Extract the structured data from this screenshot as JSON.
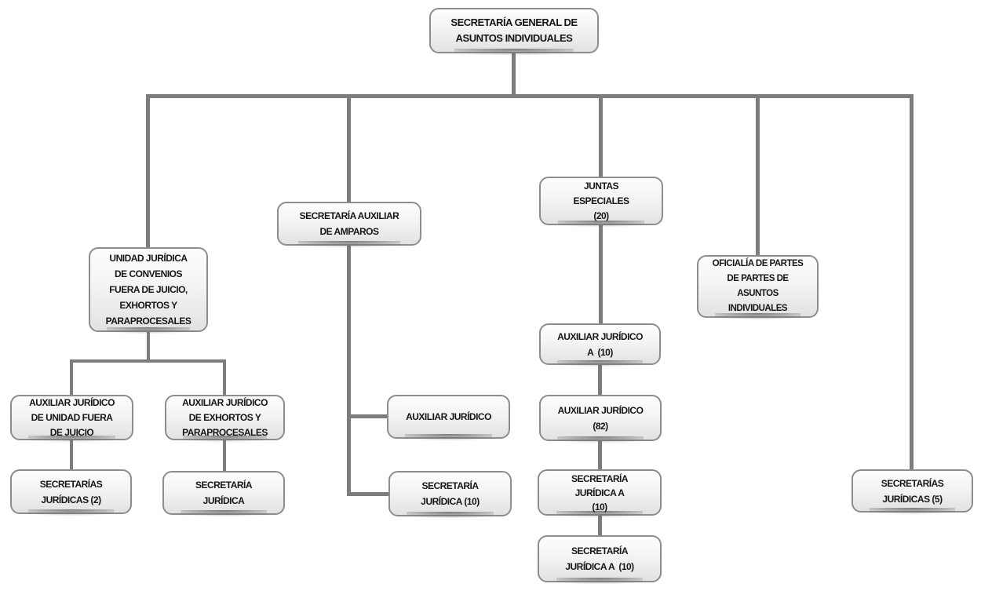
{
  "diagram": {
    "type": "org-chart",
    "language": "es",
    "colors": {
      "background": "#ffffff",
      "box_border": "#8d8d8d",
      "box_fill_top": "#fdfdfd",
      "box_fill_bottom": "#e2e2e2",
      "connector": "#7d7d7d",
      "text": "#161616"
    },
    "nodes": {
      "root": {
        "label": "SECRETARÍA GENERAL DE\nASUNTOS INDIVIDUALES"
      },
      "unidad": {
        "label": "UNIDAD JURÍDICA\nDE CONVENIOS\nFUERA DE JUICIO,\nEXHORTOS Y\nPARAPROCESALES"
      },
      "amparos": {
        "label": "SECRETARÍA AUXILIAR\nDE AMPAROS"
      },
      "juntas": {
        "label": "JUNTAS\nESPECIALES\n(20)",
        "count": 20
      },
      "oficialia": {
        "label": "OFICIALÍA DE PARTES\nDE PARTES DE\nASUNTOS\nINDIVIDUALES"
      },
      "aux_unidad": {
        "label": "AUXILIAR JURÍDICO\nDE UNIDAD FUERA\nDE JUICIO"
      },
      "aux_exhortos": {
        "label": "AUXILIAR JURÍDICO\nDE EXHORTOS Y\nPARAPROCESALES"
      },
      "aux_juridico": {
        "label": "AUXILIAR JURÍDICO"
      },
      "aux_a10": {
        "label": "AUXILIAR JURÍDICO\nA  (10)",
        "count": 10
      },
      "aux_82": {
        "label": "AUXILIAR JURÍDICO\n(82)",
        "count": 82
      },
      "sec_2": {
        "label": "SECRETARÍAS\nJURÍDICAS (2)",
        "count": 2
      },
      "sec_1": {
        "label": "SECRETARÍA\nJURÍDICA"
      },
      "sec_10": {
        "label": "SECRETARÍA\nJURÍDICA (10)",
        "count": 10
      },
      "sec_a10_1": {
        "label": "SECRETARÍA\nJURÍDICA A\n(10)",
        "count": 10
      },
      "sec_a10_2": {
        "label": "SECRETARÍA\nJURÍDICA A  (10)",
        "count": 10
      },
      "sec_5": {
        "label": "SECRETARÍAS\nJURÍDICAS (5)",
        "count": 5
      }
    },
    "edges": [
      [
        "root",
        "unidad"
      ],
      [
        "root",
        "amparos"
      ],
      [
        "root",
        "juntas"
      ],
      [
        "root",
        "oficialia"
      ],
      [
        "root",
        "sec_5"
      ],
      [
        "unidad",
        "aux_unidad"
      ],
      [
        "unidad",
        "aux_exhortos"
      ],
      [
        "aux_unidad",
        "sec_2"
      ],
      [
        "aux_exhortos",
        "sec_1"
      ],
      [
        "amparos",
        "aux_juridico"
      ],
      [
        "amparos",
        "sec_10"
      ],
      [
        "juntas",
        "aux_a10"
      ],
      [
        "aux_a10",
        "aux_82"
      ],
      [
        "aux_82",
        "sec_a10_1"
      ],
      [
        "sec_a10_1",
        "sec_a10_2"
      ]
    ]
  }
}
